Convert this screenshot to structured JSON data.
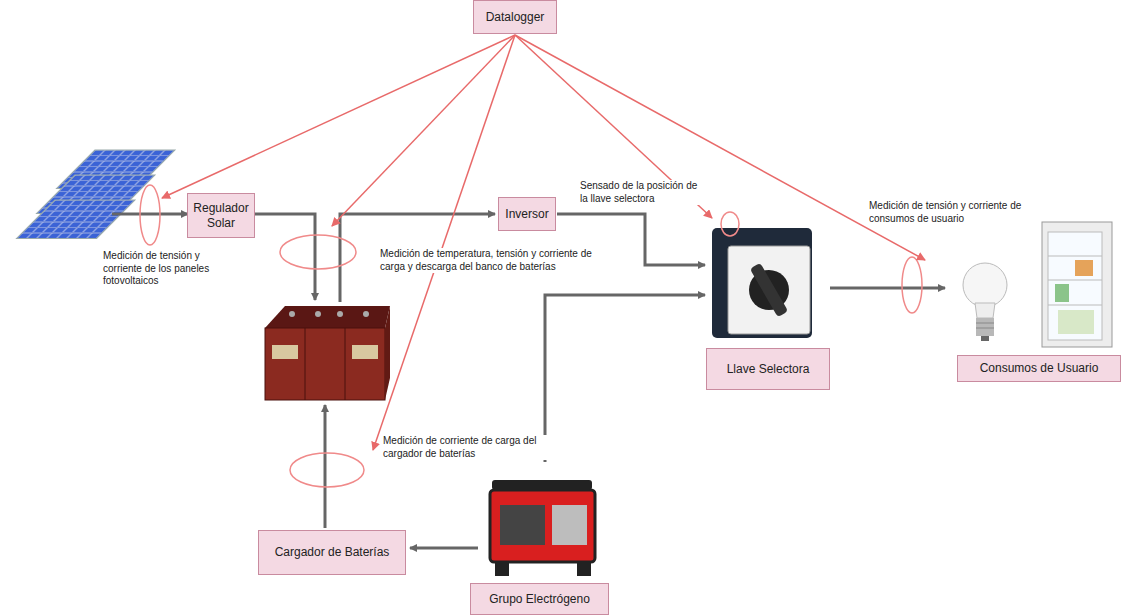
{
  "diagram": {
    "nodes": [
      {
        "text": [
          "Datalogger"
        ]
      },
      {
        "text": [
          "Regulador Solar"
        ]
      },
      {
        "text": [
          "Inversor"
        ]
      },
      {
        "text": [
          "Llave Selectora"
        ]
      },
      {
        "text": [
          "Consumos de Usuario"
        ]
      },
      {
        "text": [
          "Cargador de Baterías"
        ]
      },
      {
        "text": [
          "Grupo Electrógeno"
        ]
      }
    ],
    "labels": [
      "Medición de tensión y corriente de los paneles fotovoltaicos",
      "Medición de temperatura, tensión y corriente de carga y descarga del banco de baterías",
      "Sensado de la posición de la llave selectora",
      "Medición de tensión y corriente de consumos de usuario",
      "Medición de corriente de carga del cargador de baterías"
    ]
  }
}
